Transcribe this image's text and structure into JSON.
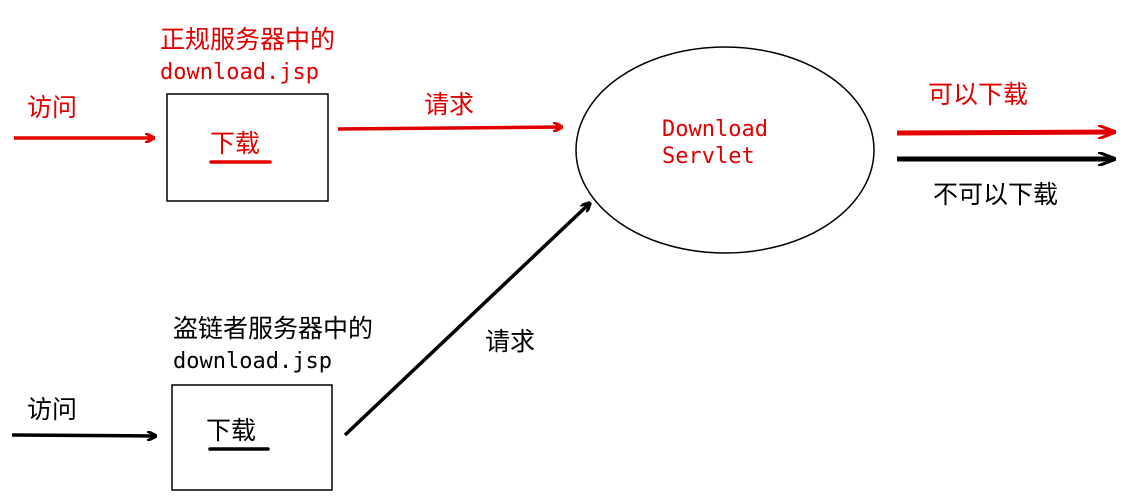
{
  "colors": {
    "legit": "#e00000",
    "leech": "#000000"
  },
  "legit": {
    "server_label_line1": "正规服务器中的",
    "server_label_line2": "download.jsp",
    "visit_label": "访问",
    "download_link": "下载",
    "request_label": "请求"
  },
  "leech": {
    "server_label_line1": "盗链者服务器中的",
    "server_label_line2": "download.jsp",
    "visit_label": "访问",
    "download_link": "下载",
    "request_label": "请求"
  },
  "servlet": {
    "line1": "Download",
    "line2": "Servlet"
  },
  "results": {
    "allowed": "可以下载",
    "denied": "不可以下载"
  }
}
